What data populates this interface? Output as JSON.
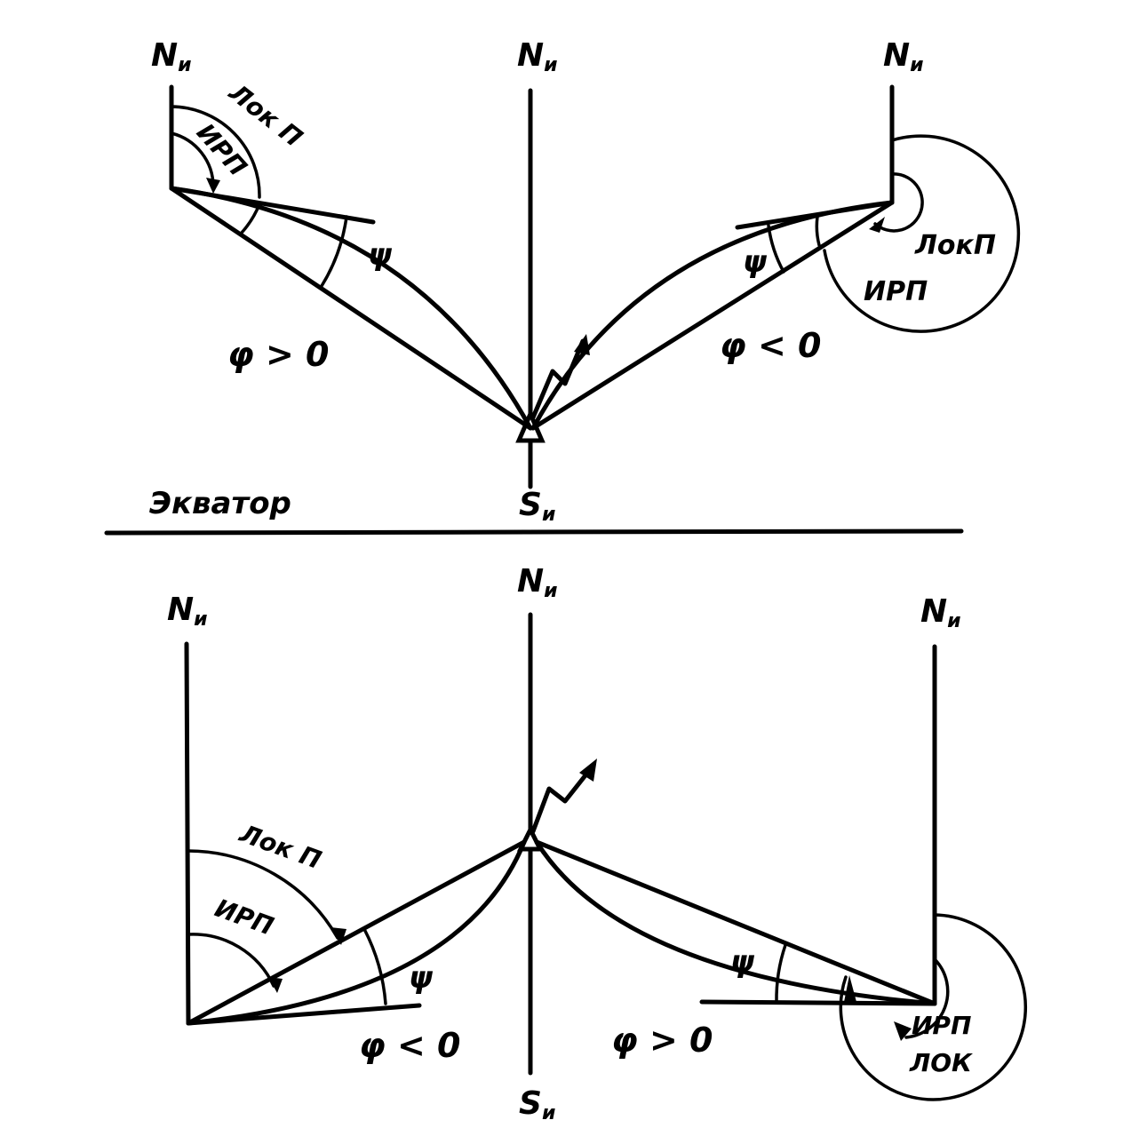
{
  "labels": {
    "north": "N",
    "south": "S",
    "pole_sub": "и",
    "equator": "Экватор",
    "lok_p": "Лок П",
    "lokp": "ЛокП",
    "irp": "ИРП",
    "lok": "ЛОК",
    "psi": "ψ",
    "phi_gt": "φ > 0",
    "phi_lt": "φ < 0"
  },
  "colors": {
    "ink": "#000000",
    "paper": "#ffffff"
  }
}
